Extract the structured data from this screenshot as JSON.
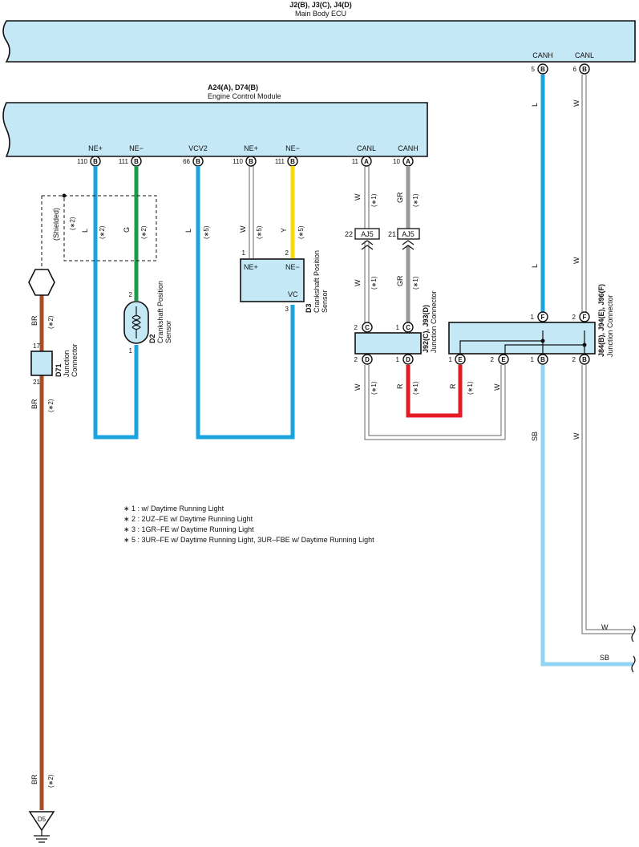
{
  "ecu_main": {
    "title": "J2(B), J3(C), J4(D)",
    "subtitle": "Main Body ECU",
    "pins": [
      {
        "num": "5",
        "letter": "B",
        "name": "CANH"
      },
      {
        "num": "6",
        "letter": "B",
        "name": "CANL"
      }
    ]
  },
  "ecm": {
    "title": "A24(A), D74(B)",
    "subtitle": "Engine Control Module",
    "pins": [
      {
        "num": "110",
        "letter": "B",
        "name": "NE+"
      },
      {
        "num": "111",
        "letter": "B",
        "name": "NE−"
      },
      {
        "num": "66",
        "letter": "B",
        "name": "VCV2"
      },
      {
        "num": "110",
        "letter": "B",
        "name": "NE+"
      },
      {
        "num": "111",
        "letter": "B",
        "name": "NE−"
      },
      {
        "num": "11",
        "letter": "A",
        "name": "CANL"
      },
      {
        "num": "10",
        "letter": "A",
        "name": "CANH"
      }
    ]
  },
  "wire_labels": {
    "L": "L",
    "G": "G",
    "W": "W",
    "Y": "Y",
    "GR": "GR",
    "R": "R",
    "SB": "SB",
    "BR": "BR",
    "n1": "(∗1)",
    "n2": "(∗2)",
    "n5": "(∗5)",
    "shielded": "(Shielded)"
  },
  "d2": {
    "code": "D2",
    "name": "Crankshaft Position",
    "name2": "Sensor",
    "pin_top": "2",
    "pin_bottom": "1"
  },
  "d3": {
    "code": "D3",
    "name": "Crankshaft Position",
    "name2": "Sensor",
    "pins": {
      "ne_plus": "NE+",
      "ne_minus": "NE−",
      "vc": "VC"
    },
    "pin1": "1",
    "pin2": "2",
    "pin3": "3"
  },
  "aj5": {
    "label": "AJ5",
    "pin_a": "22",
    "pin_b": "21"
  },
  "j92": {
    "title": "J92(C), J93(D)",
    "subtitle": "Junction Connector",
    "pins": {
      "c2": "2",
      "c1": "1",
      "d2": "2",
      "d1": "1",
      "C": "C",
      "D": "D"
    }
  },
  "j84": {
    "title": "J84(B), J94(E), J96(F)",
    "subtitle": "Junction Connector",
    "pins": {
      "f1": "1",
      "f2": "2",
      "e1": "1",
      "e2": "2",
      "b1": "1",
      "b2": "2",
      "F": "F",
      "E": "E",
      "B": "B"
    }
  },
  "d71": {
    "code": "D71",
    "name": "Junction",
    "name2": "Connector",
    "pin_top": "17",
    "pin_bottom": "21"
  },
  "ground": {
    "label": "D5"
  },
  "notes": [
    "∗ 1 : w/ Daytime Running Light",
    "∗ 2 : 2UZ–FE w/ Daytime Running Light",
    "∗ 3 : 1GR–FE w/ Daytime Running Light",
    "∗ 5 : 3UR–FE w/ Daytime Running Light,  3UR–FBE w/ Daytime Running Light"
  ]
}
